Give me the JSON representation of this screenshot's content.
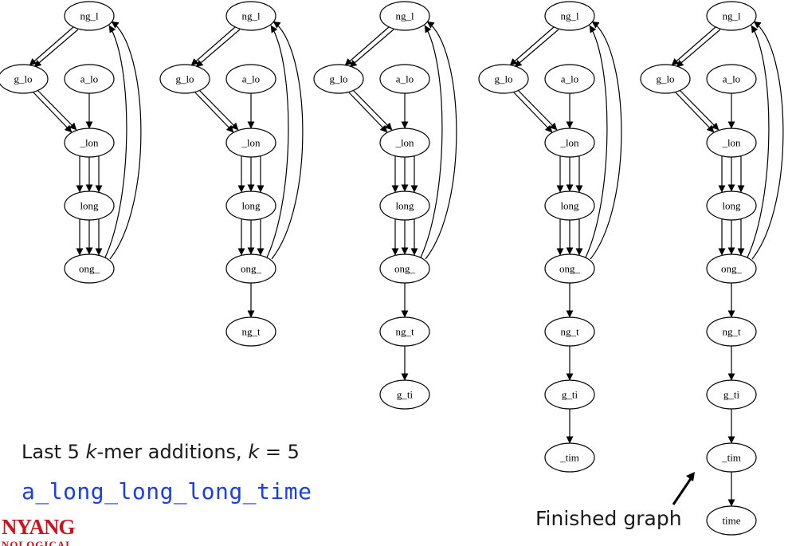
{
  "graphs": [
    {
      "nodes": [
        "ng_l",
        "g_lo",
        "a_lo",
        "_lon",
        "long",
        "ong_"
      ]
    },
    {
      "nodes": [
        "ng_l",
        "g_lo",
        "a_lo",
        "_lon",
        "long",
        "ong_",
        "ng_t"
      ]
    },
    {
      "nodes": [
        "ng_l",
        "g_lo",
        "a_lo",
        "_lon",
        "long",
        "ong_",
        "ng_t",
        "g_ti"
      ]
    },
    {
      "nodes": [
        "ng_l",
        "g_lo",
        "a_lo",
        "_lon",
        "long",
        "ong_",
        "ng_t",
        "g_ti",
        "_tim"
      ]
    },
    {
      "nodes": [
        "ng_l",
        "g_lo",
        "a_lo",
        "_lon",
        "long",
        "ong_",
        "ng_t",
        "g_ti",
        "_tim",
        "time"
      ]
    }
  ],
  "caption": {
    "prefix": "Last 5 ",
    "k_italic": "k",
    "middle": "-mer additions, ",
    "k2_italic": "k",
    "suffix": " = 5"
  },
  "sequence": "a_long_long_long_time",
  "finished_label": "Finished graph",
  "logo": {
    "main": "NYANG",
    "sub": "NOLOGICAL"
  },
  "colors": {
    "sequence": "#1a3fe6",
    "logo": "#d0101a"
  }
}
